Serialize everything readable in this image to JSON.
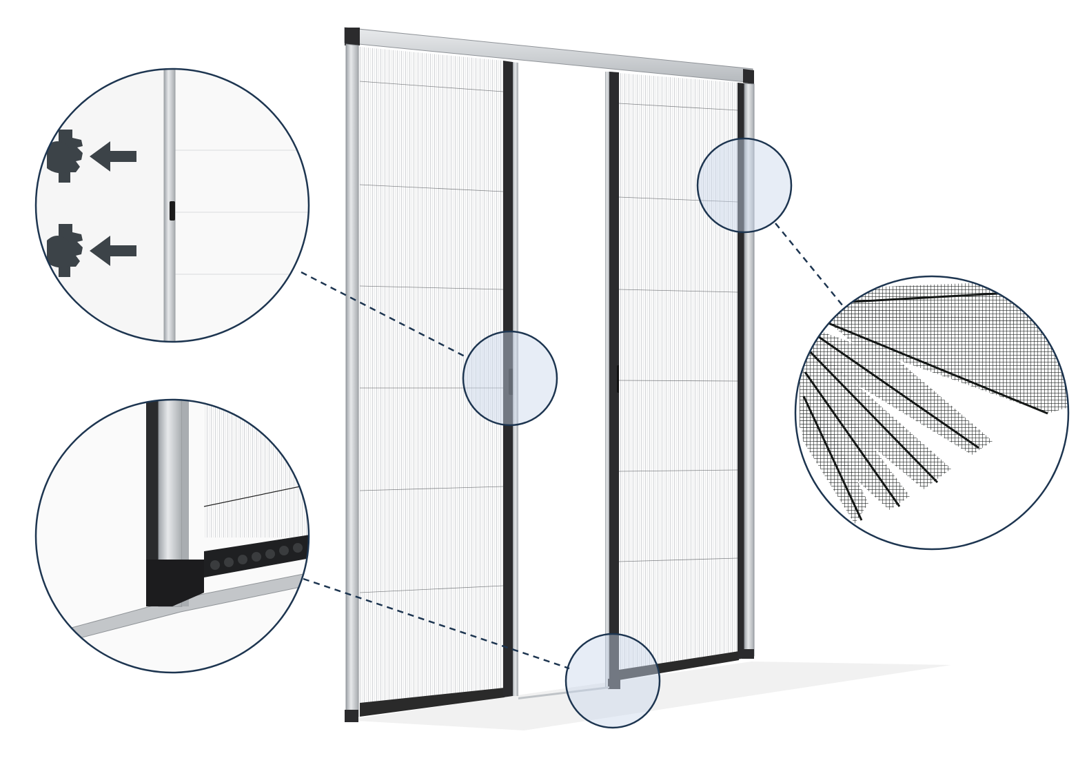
{
  "image": {
    "subject": "pleated-insect-screen-double-door",
    "background_color": "#ffffff"
  },
  "colors": {
    "circle_stroke": "#1d3550",
    "leader_line": "#1d3550",
    "highlight_fill": "#c9d8ec",
    "frame_aluminium": "#c7cacd",
    "frame_dark": "#2b2b2d",
    "mesh_dark": "#1f2322",
    "icon_dark": "#3c4348"
  },
  "callouts": [
    {
      "name": "callout-handle-detail",
      "icon": "push-hand-icon"
    },
    {
      "name": "callout-bottom-track-detail",
      "icon": "none"
    },
    {
      "name": "callout-pleated-mesh-detail",
      "icon": "none"
    }
  ],
  "icons": [
    "hand-push-icon",
    "arrow-left-icon"
  ]
}
